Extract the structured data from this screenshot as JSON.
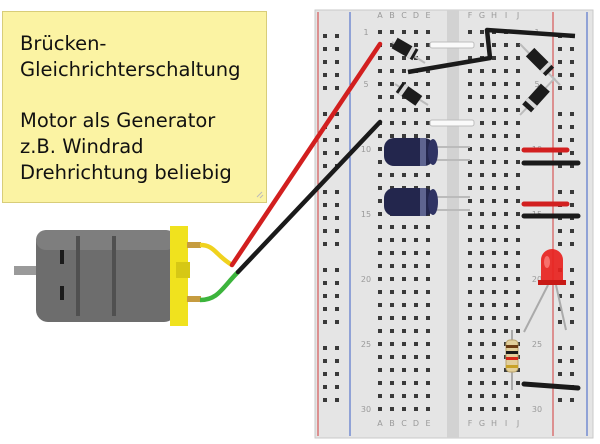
{
  "note": {
    "title_lines": [
      "Brücken-",
      "Gleichrichterschaltung"
    ],
    "body_lines": [
      "Motor als Generator",
      "z.B. Windrad",
      "Drehrichtung beliebig"
    ]
  },
  "breadboard": {
    "column_labels_left": [
      "A",
      "B",
      "C",
      "D",
      "E"
    ],
    "column_labels_right": [
      "F",
      "G",
      "H",
      "I",
      "J"
    ],
    "row_numbers": [
      "1",
      "5",
      "10",
      "15",
      "20",
      "25",
      "30"
    ]
  },
  "colors": {
    "note_bg": "#fbf3a3",
    "breadboard": "#e5e5e5",
    "rail_red": "#d43c3c",
    "rail_blue": "#3a5fc8",
    "wire_red": "#d21f1f",
    "wire_black": "#1a1a1a",
    "wire_green": "#3cb43c",
    "led_red": "#e8231f",
    "capacitor": "#23264d",
    "motor_body": "#6d6d6d",
    "motor_cap": "#f0e21e"
  }
}
